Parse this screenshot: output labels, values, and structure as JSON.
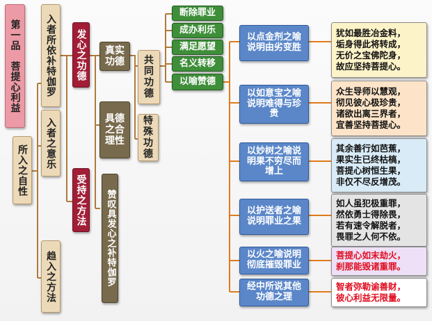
{
  "title": "第一品　菩提心利益",
  "left": {
    "root": "所入之自性",
    "branch1": "入者所依补特伽罗",
    "branch2": "入者之意乐",
    "branch3": "趋入之方法"
  },
  "middle": {
    "fa_xin": "发心之功德",
    "shou_chi": "受持之方法",
    "zhen_shi": "真实功德",
    "ju_de": "具德之合理性",
    "zan_tan": "赞叹具发心之补特伽罗",
    "gong_tong": "共同功德",
    "te_shu": "特殊功德"
  },
  "green_items": [
    "断除罪业",
    "成办利乐",
    "满足愿望",
    "名义转移",
    "以喻赞德"
  ],
  "analogies": [
    {
      "label": "以点金剂之喻说明由劣变胜",
      "verse": [
        "犹如最胜冶金料，",
        "垢身得此将转成，",
        "无价之宝佛陀身，",
        "故应坚持菩提心。"
      ],
      "bg": "#fdf3c8",
      "red": false
    },
    {
      "label": "以如意宝之喻说明难得与珍贵",
      "verse": [
        "众生导师以慧观，",
        "彻见彼心极珍贵，",
        "诸欲出离三界者，",
        "宜善坚持菩提心。"
      ],
      "bg": "#fde4c8",
      "red": false
    },
    {
      "label": "以妙树之喻说明果不穷尽而增上",
      "verse": [
        "其余善行如芭蕉，",
        "果实生已终枯槁，",
        "菩提心树恒生果，",
        "非仅不尽反增茂。"
      ],
      "bg": "#d8ebf7",
      "red": false
    },
    {
      "label": "以护送者之喻说明罪业之果",
      "verse": [
        "如人虽犯极重罪，",
        "然依勇士得除畏，",
        "若有速令解脱者，",
        "畏罪之人何不依。"
      ],
      "bg": "#e4e4e4",
      "red": false
    },
    {
      "label": "以火之喻说明彻底摧毁罪业",
      "verse": [
        "菩提心如末劫火，",
        "刹那能毁诸重罪。"
      ],
      "bg": "#eee0f6",
      "red": true
    },
    {
      "label": "经中所说其他功德之理",
      "verse": [
        "智者弥勒谕善财，",
        "彼心利益无限量。"
      ],
      "bg": "#ffffff",
      "red": true
    }
  ],
  "colors": {
    "title": "#ec9aa5",
    "sand": "#ecd9b8",
    "olive": "#786a4d",
    "wine": "#a11e36",
    "green": "#3f8e3a",
    "blue": "#5b87c9",
    "connector_left": "#b07a3a",
    "connector_right": "#e07a1a"
  }
}
